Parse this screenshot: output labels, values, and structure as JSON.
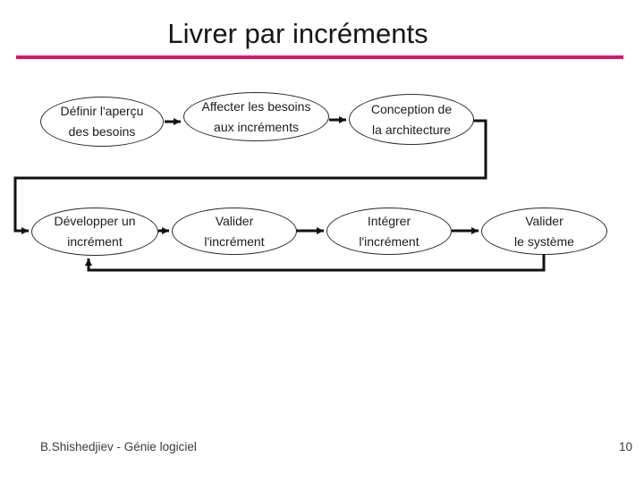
{
  "slide": {
    "title": "Livrer par incréments",
    "accent_color": "#de1566",
    "footer": {
      "author": "B.Shishedjiev - Génie logiciel",
      "page_number": "10"
    }
  },
  "flowchart": {
    "nodes": [
      {
        "id": "definir-apercu",
        "line1": "Définir l'aperçu",
        "line2": "des besoins"
      },
      {
        "id": "affecter-besoins",
        "line1": "Affecter les besoins",
        "line2": "aux incréments"
      },
      {
        "id": "conception-architecture",
        "line1": "Conception de",
        "line2": "la architecture"
      },
      {
        "id": "developper-increment",
        "line1": "Développer un",
        "line2": "incrément"
      },
      {
        "id": "valider-increment",
        "line1": "Valider",
        "line2": "l'incrément"
      },
      {
        "id": "integrer-increment",
        "line1": "Intégrer",
        "line2": "l'incrément"
      },
      {
        "id": "valider-systeme",
        "line1": "Valider",
        "line2": "le système"
      }
    ],
    "connections": [
      {
        "from": "definir-apercu",
        "to": "affecter-besoins"
      },
      {
        "from": "affecter-besoins",
        "to": "conception-architecture"
      },
      {
        "from": "conception-architecture",
        "to": "developper-increment"
      },
      {
        "from": "developper-increment",
        "to": "valider-increment"
      },
      {
        "from": "valider-increment",
        "to": "integrer-increment"
      },
      {
        "from": "integrer-increment",
        "to": "valider-systeme"
      },
      {
        "from": "valider-systeme",
        "to": "developper-increment"
      }
    ]
  }
}
